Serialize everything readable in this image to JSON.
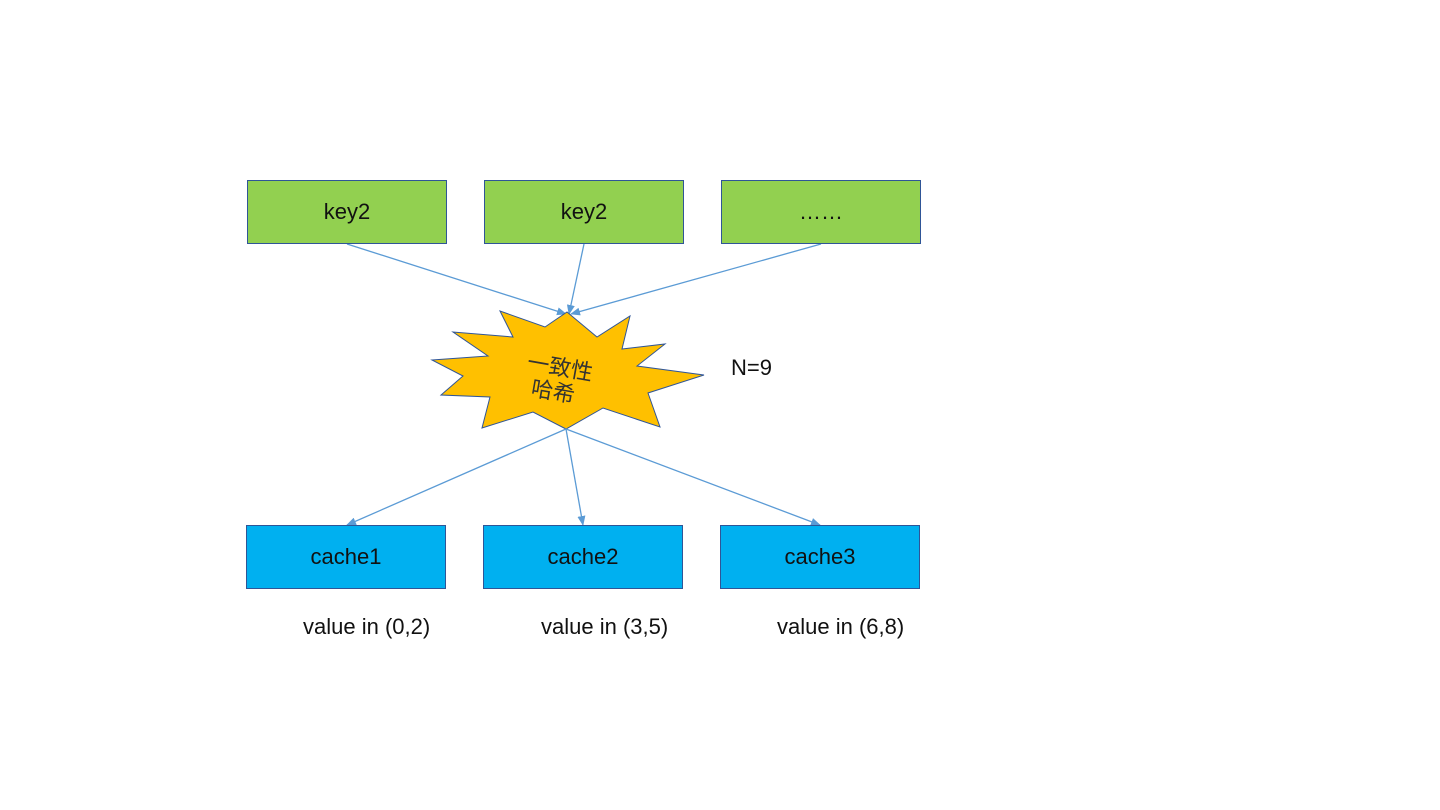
{
  "inputs": {
    "keys": [
      {
        "label": "key2"
      },
      {
        "label": "key2"
      },
      {
        "label": "……"
      }
    ]
  },
  "hash": {
    "line1": "一致性",
    "line2": "哈希",
    "n_label": "N=9",
    "fill_color": "#ffc000"
  },
  "caches": [
    {
      "label": "cache1",
      "range": "value in (0,2)"
    },
    {
      "label": "cache2",
      "range": "value in (3,5)"
    },
    {
      "label": "cache3",
      "range": "value in (6,8)"
    }
  ],
  "colors": {
    "key_fill": "#92d050",
    "cache_fill": "#00b0f0",
    "border": "#2f5597",
    "arrow": "#5b9bd5"
  }
}
